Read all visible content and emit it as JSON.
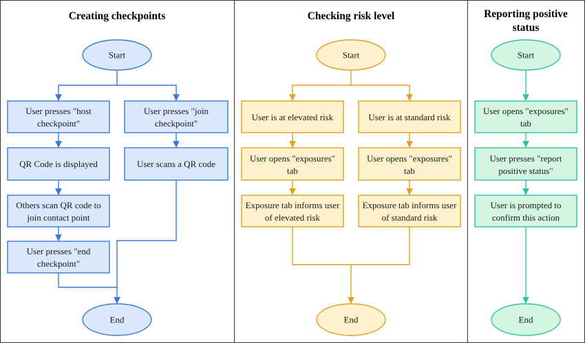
{
  "lanes": [
    {
      "title": [
        "Creating checkpoints"
      ],
      "start": "Start",
      "end": "End",
      "nodes": [
        [
          "User presses \"host",
          "checkpoint\""
        ],
        [
          "QR Code is displayed"
        ],
        [
          "Others scan QR code to",
          "join contact point"
        ],
        [
          "User presses \"end",
          "checkpoint\""
        ],
        [
          "User presses \"join",
          "checkpoint\""
        ],
        [
          "User scans a QR code"
        ]
      ]
    },
    {
      "title": [
        "Checking risk level"
      ],
      "start": "Start",
      "end": "End",
      "nodes": [
        [
          "User is at elevated risk"
        ],
        [
          "User opens \"exposures\"",
          "tab"
        ],
        [
          "Exposure tab informs user",
          "of elevated risk"
        ],
        [
          "User is at standard risk"
        ],
        [
          "User opens \"exposures\"",
          "tab"
        ],
        [
          "Exposure tab informs user",
          "of standard risk"
        ]
      ]
    },
    {
      "title": [
        "Reporting positive",
        "status"
      ],
      "start": "Start",
      "end": "End",
      "nodes": [
        [
          "User opens \"exposures\"",
          "tab"
        ],
        [
          "User presses \"report",
          "positive status\""
        ],
        [
          "User is prompted to",
          "confirm this action"
        ]
      ]
    }
  ],
  "colors": {
    "blue": {
      "fill": "#dae8fc",
      "stroke": "#3c78d8"
    },
    "yellow": {
      "fill": "#fff2cc",
      "stroke": "#e0a020"
    },
    "green": {
      "fill": "#d5f5e3",
      "stroke": "#2ec4a0"
    },
    "panel_border": "#333333"
  }
}
